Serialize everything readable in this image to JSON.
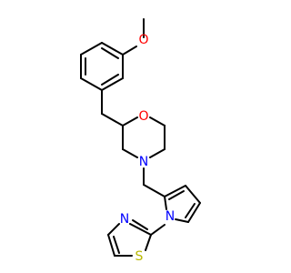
{
  "structure": {
    "atom_labels": {
      "methoxy_oxygen": "O",
      "morpholine_oxygen": "O",
      "morpholine_nitrogen": "N",
      "pyrrole_nitrogen": "N",
      "thiazole_nitrogen": "N",
      "thiazole_sulfur": "S"
    },
    "colors": {
      "bond": "#000000",
      "oxygen": "#ff0000",
      "nitrogen": "#0000ff",
      "sulfur": "#b8b800"
    }
  }
}
